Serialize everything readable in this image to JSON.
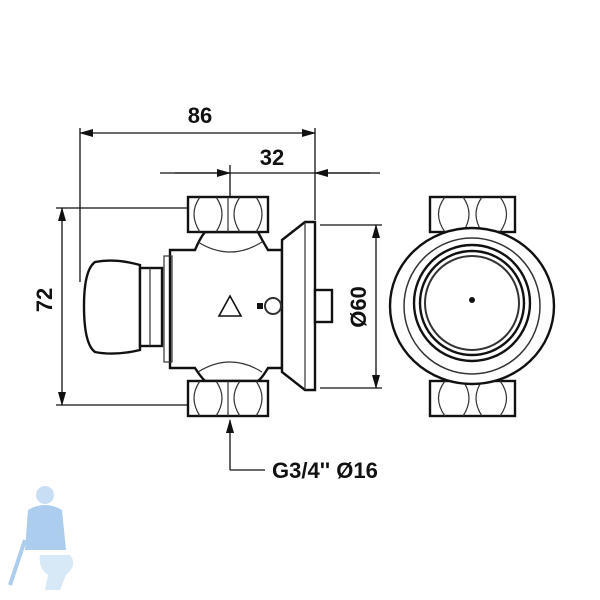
{
  "dimensions": {
    "overall_length": "86",
    "flange_offset": "32",
    "height": "72",
    "flange_diameter": "Ø60",
    "connection": "G3/4'' Ø16"
  },
  "colors": {
    "line": "#111111",
    "logo": "#4a90d9"
  }
}
